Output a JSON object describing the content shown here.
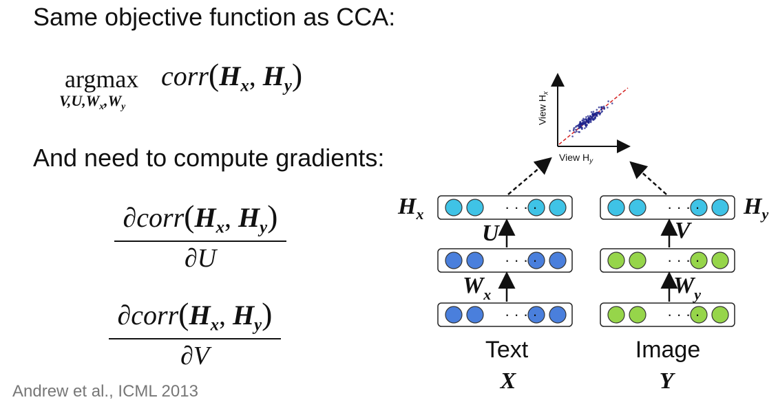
{
  "title": "Same objective function as CCA:",
  "objective": {
    "operator": "argmax",
    "operator_sub": "V,U,W",
    "sub_x": "x",
    "sub_sep": ",W",
    "sub_y": "y",
    "func": "corr",
    "arg1": "H",
    "arg1_sub": "x",
    "arg2": "H",
    "arg2_sub": "y"
  },
  "subtitle": "And need to compute gradients:",
  "gradients": [
    {
      "numerator_prefix": "∂corr",
      "denominator": "∂U"
    },
    {
      "numerator_prefix": "∂corr",
      "denominator": "∂V"
    }
  ],
  "citation": "Andrew et al., ICML 2013",
  "diagram": {
    "left_top_label": "H",
    "left_top_label_sub": "x",
    "right_top_label": "H",
    "right_top_label_sub": "y",
    "left_mid_label": "U",
    "right_mid_label": "V",
    "left_low_label": "W",
    "left_low_label_sub": "x",
    "right_low_label": "W",
    "right_low_label_sub": "y",
    "dots": "· · · ·",
    "left_caption": "Text",
    "left_var": "X",
    "right_caption": "Image",
    "right_var": "Y",
    "scatter_y_label": "View H",
    "scatter_y_label_sub": "x",
    "scatter_x_label": "View H",
    "scatter_x_label_sub": "y",
    "colors": {
      "cyan_unit": "#3fc3e6",
      "blue_unit": "#4a7fdc",
      "green_unit": "#96d54a",
      "unit_stroke": "#333333",
      "scatter_points": "#1a1f8a",
      "fit_line": "#d42020"
    }
  }
}
